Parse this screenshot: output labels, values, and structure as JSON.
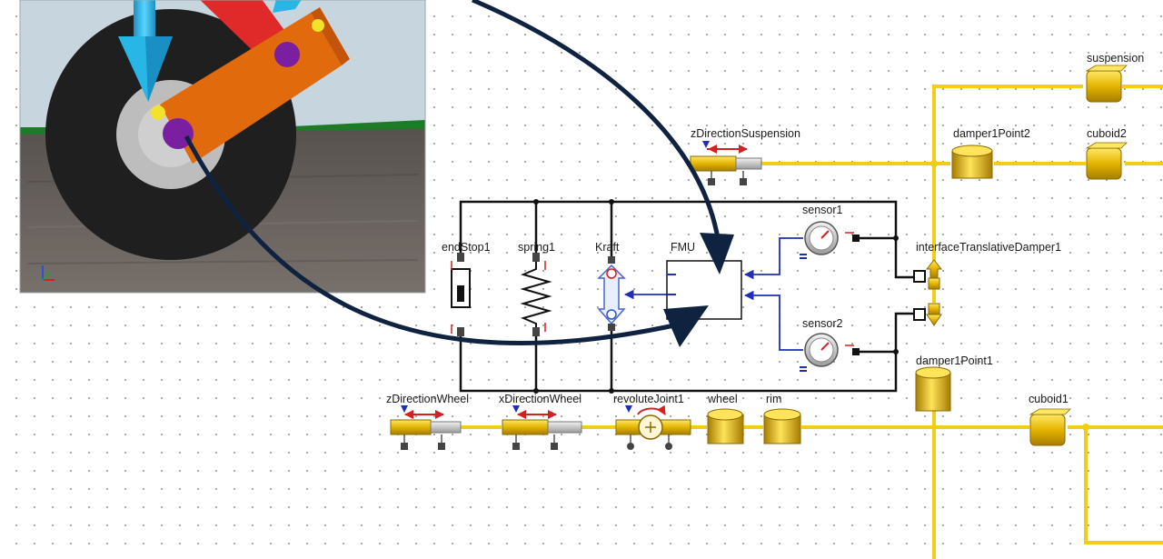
{
  "diagram": {
    "component_labels": {
      "suspension": "suspension",
      "z_direction_suspension": "zDirectionSuspension",
      "damper1_point2": "damper1Point2",
      "cuboid2": "cuboid2",
      "sensor1": "sensor1",
      "end_stop1": "endStop1",
      "spring1": "spring1",
      "kraft": "Kraft",
      "fmu": "FMU",
      "interface_translative_damper1": "interfaceTranslativeDamper1",
      "sensor2": "sensor2",
      "damper1_point1": "damper1Point1",
      "z_direction_wheel": "zDirectionWheel",
      "x_direction_wheel": "xDirectionWheel",
      "revolute_joint1": "revoluteJoint1",
      "wheel": "wheel",
      "rim": "rim",
      "cuboid1": "cuboid1"
    },
    "colors": {
      "mechanical_connection": "#f2cd18",
      "signal_connection": "#1f2fb8",
      "flange_connection": "#111111",
      "annotation_arrow": "#0f2340",
      "component_gold": "#e0b400",
      "force_arrow_red": "#d42020"
    }
  },
  "animation_view": {
    "sky_color": "#c7d5df",
    "ground_color": "#6b6561",
    "grass_color": "#1d7a26",
    "tire_color": "#1f1f1f",
    "rim_color": "#bdbdbd",
    "arm_color": "#e06a0c",
    "strut_color": "#e02a2a",
    "vector_color": "#27b6e6",
    "joint_color": "#7a1fa0"
  }
}
